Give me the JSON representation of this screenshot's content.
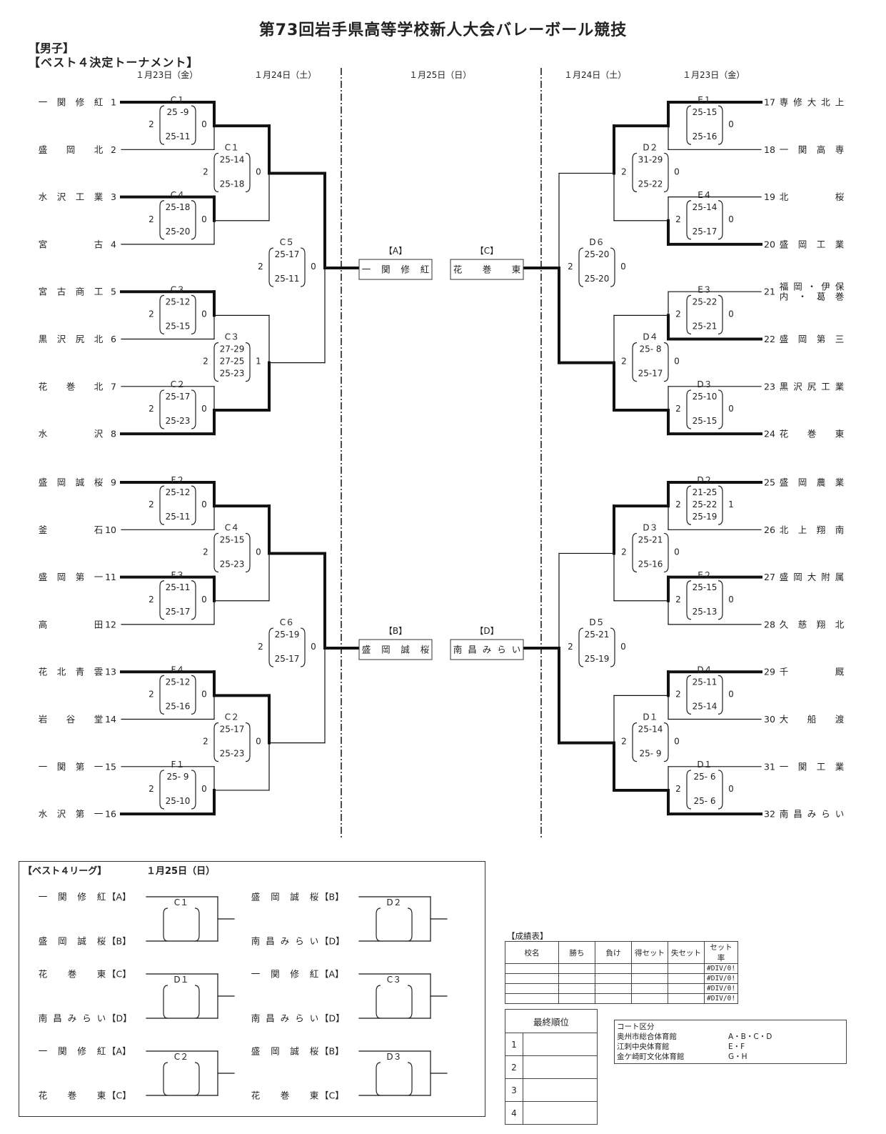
{
  "title": "第73回岩手県高等学校新人大会バレーボール競技",
  "category": "【男子】",
  "section_title": "【ベスト４決定トーナメント】",
  "dates": {
    "left_r1": "１月23日（金）",
    "left_r2": "１月24日（土）",
    "center": "１月25日（日）",
    "right_r2": "１月24日（土）",
    "right_r1": "１月23日（金）"
  },
  "teams": [
    {
      "no": "1",
      "name": "一関修紅"
    },
    {
      "no": "2",
      "name": "盛岡北"
    },
    {
      "no": "3",
      "name": "水沢工業"
    },
    {
      "no": "4",
      "name": "宮古"
    },
    {
      "no": "5",
      "name": "宮古商工"
    },
    {
      "no": "6",
      "name": "黒沢尻北"
    },
    {
      "no": "7",
      "name": "花巻北"
    },
    {
      "no": "8",
      "name": "水沢"
    },
    {
      "no": "9",
      "name": "盛岡誠桜"
    },
    {
      "no": "10",
      "name": "釜石"
    },
    {
      "no": "11",
      "name": "盛岡第一"
    },
    {
      "no": "12",
      "name": "高田"
    },
    {
      "no": "13",
      "name": "花北青雲"
    },
    {
      "no": "14",
      "name": "岩谷堂"
    },
    {
      "no": "15",
      "name": "一関第一"
    },
    {
      "no": "16",
      "name": "水沢第一"
    },
    {
      "no": "17",
      "name": "専修大北上"
    },
    {
      "no": "18",
      "name": "一関高専"
    },
    {
      "no": "19",
      "name": "北桜"
    },
    {
      "no": "20",
      "name": "盛岡工業"
    },
    {
      "no": "21",
      "name": "福岡・伊保内・葛巻"
    },
    {
      "no": "22",
      "name": "盛岡第三"
    },
    {
      "no": "23",
      "name": "黒沢尻工業"
    },
    {
      "no": "24",
      "name": "花巻東"
    },
    {
      "no": "25",
      "name": "盛岡農業"
    },
    {
      "no": "26",
      "name": "北上翔南"
    },
    {
      "no": "27",
      "name": "盛岡大附属"
    },
    {
      "no": "28",
      "name": "久慈翔北"
    },
    {
      "no": "29",
      "name": "千厩"
    },
    {
      "no": "30",
      "name": "大船渡"
    },
    {
      "no": "31",
      "name": "一関工業"
    },
    {
      "no": "32",
      "name": "南昌みらい"
    }
  ],
  "matches": {
    "r1": [
      {
        "court": "C１",
        "sets": [
          "25 -9",
          "25-11"
        ],
        "win_sets": "2",
        "lose_sets": "0",
        "winner": "top"
      },
      {
        "court": "C４",
        "sets": [
          "25-18",
          "25-20"
        ],
        "win_sets": "2",
        "lose_sets": "0",
        "winner": "top"
      },
      {
        "court": "C３",
        "sets": [
          "25-12",
          "25-15"
        ],
        "win_sets": "2",
        "lose_sets": "0",
        "winner": "top"
      },
      {
        "court": "C２",
        "sets": [
          "25-17",
          "25-23"
        ],
        "win_sets": "2",
        "lose_sets": "0",
        "winner": "bottom"
      },
      {
        "court": "F２",
        "sets": [
          "25-12",
          "25-11"
        ],
        "win_sets": "2",
        "lose_sets": "0",
        "winner": "top"
      },
      {
        "court": "F３",
        "sets": [
          "25-11",
          "25-17"
        ],
        "win_sets": "2",
        "lose_sets": "0",
        "winner": "top"
      },
      {
        "court": "F４",
        "sets": [
          "25-12",
          "25-16"
        ],
        "win_sets": "2",
        "lose_sets": "0",
        "winner": "top"
      },
      {
        "court": "F１",
        "sets": [
          "25- 9",
          "25-10"
        ],
        "win_sets": "2",
        "lose_sets": "0",
        "winner": "bottom"
      },
      {
        "court": "E１",
        "sets": [
          "25-15",
          "25-16"
        ],
        "win_sets": "",
        "lose_sets": "0",
        "winner": "top"
      },
      {
        "court": "E４",
        "sets": [
          "25-14",
          "25-17"
        ],
        "win_sets": "2",
        "lose_sets": "0",
        "winner": "bottom"
      },
      {
        "court": "E３",
        "sets": [
          "25-22",
          "25-21"
        ],
        "win_sets": "2",
        "lose_sets": "0",
        "winner": "bottom"
      },
      {
        "court": "D３",
        "sets": [
          "25-10",
          "25-15"
        ],
        "win_sets": "2",
        "lose_sets": "0",
        "winner": "bottom"
      },
      {
        "court": "D２",
        "sets": [
          "21-25",
          "25-22",
          "25-19"
        ],
        "win_sets": "2",
        "lose_sets": "1",
        "winner": "top"
      },
      {
        "court": "E２",
        "sets": [
          "25-15",
          "25-13"
        ],
        "win_sets": "2",
        "lose_sets": "0",
        "winner": "top"
      },
      {
        "court": "D４",
        "sets": [
          "25-11",
          "25-14"
        ],
        "win_sets": "2",
        "lose_sets": "0",
        "winner": "top"
      },
      {
        "court": "D１",
        "sets": [
          "25- 6",
          "25- 6"
        ],
        "win_sets": "2",
        "lose_sets": "0",
        "winner": "bottom"
      }
    ],
    "r2": [
      {
        "court": "C１",
        "sets": [
          "25-14",
          "25-18"
        ],
        "win_sets": "2",
        "lose_sets": "0",
        "winner": "top"
      },
      {
        "court": "C３",
        "sets": [
          "27-29",
          "27-25",
          "25-23"
        ],
        "win_sets": "2",
        "lose_sets": "1",
        "winner": "bottom"
      },
      {
        "court": "C４",
        "sets": [
          "25-15",
          "25-23"
        ],
        "win_sets": "2",
        "lose_sets": "0",
        "winner": "top"
      },
      {
        "court": "C２",
        "sets": [
          "25-17",
          "25-23"
        ],
        "win_sets": "2",
        "lose_sets": "0",
        "winner": "top"
      },
      {
        "court": "D２",
        "sets": [
          "31-29",
          "25-22"
        ],
        "win_sets": "2",
        "lose_sets": "0",
        "winner": "top"
      },
      {
        "court": "D４",
        "sets": [
          "25- 8",
          "25-17"
        ],
        "win_sets": "2",
        "lose_sets": "0",
        "winner": "bottom"
      },
      {
        "court": "D３",
        "sets": [
          "25-21",
          "25-16"
        ],
        "win_sets": "2",
        "lose_sets": "0",
        "winner": "top"
      },
      {
        "court": "D１",
        "sets": [
          "25-14",
          "25- 9"
        ],
        "win_sets": "2",
        "lose_sets": "0",
        "winner": "bottom"
      }
    ],
    "r3": [
      {
        "court": "C５",
        "sets": [
          "25-17",
          "25-11"
        ],
        "win_sets": "2",
        "lose_sets": "0",
        "winner": "top"
      },
      {
        "court": "C６",
        "sets": [
          "25-19",
          "25-17"
        ],
        "win_sets": "2",
        "lose_sets": "0",
        "winner": "top"
      },
      {
        "court": "D６",
        "sets": [
          "25-20",
          "25-20"
        ],
        "win_sets": "2",
        "lose_sets": "0",
        "winner": "bottom"
      },
      {
        "court": "D５",
        "sets": [
          "25-21",
          "25-19"
        ],
        "win_sets": "2",
        "lose_sets": "0",
        "winner": "bottom"
      }
    ]
  },
  "best4": [
    {
      "label": "【A】",
      "name": "一関修紅"
    },
    {
      "label": "【B】",
      "name": "盛岡誠桜"
    },
    {
      "label": "【C】",
      "name": "花巻東"
    },
    {
      "label": "【D】",
      "name": "南昌みらい"
    }
  ],
  "league": {
    "title": "【ベスト４リーグ】",
    "date": "１月25日（日）",
    "matches": [
      {
        "court": "C１",
        "top": "一関修紅【A】",
        "bottom": "盛岡誠桜【B】"
      },
      {
        "court": "D２",
        "top": "盛岡誠桜【B】",
        "bottom": "南昌みらい【D】"
      },
      {
        "court": "D１",
        "top": "花巻東【C】",
        "bottom": "南昌みらい【D】"
      },
      {
        "court": "C３",
        "top": "一関修紅【A】",
        "bottom": "南昌みらい【D】"
      },
      {
        "court": "C２",
        "top": "一関修紅【A】",
        "bottom": "花巻東【C】"
      },
      {
        "court": "D３",
        "top": "盛岡誠桜【B】",
        "bottom": "花巻東【C】"
      }
    ]
  },
  "results_table": {
    "title": "【成績表】",
    "headers": [
      "校名",
      "勝ち",
      "負け",
      "得セット",
      "失セット",
      "セット率"
    ],
    "rows": [
      [
        "",
        "",
        "",
        "",
        "",
        "#DIV/0!"
      ],
      [
        "",
        "",
        "",
        "",
        "",
        "#DIV/0!"
      ],
      [
        "",
        "",
        "",
        "",
        "",
        "#DIV/0!"
      ],
      [
        "",
        "",
        "",
        "",
        "",
        "#DIV/0!"
      ]
    ]
  },
  "final_rank": {
    "title": "最終順位",
    "ranks": [
      "1",
      "2",
      "3",
      "4"
    ]
  },
  "courts": {
    "title": "コート区分",
    "rows": [
      {
        "venue": "奥州市総合体育館",
        "courts": "A・B・C・D"
      },
      {
        "venue": "江刺中央体育館",
        "courts": "E・F"
      },
      {
        "venue": "金ケ崎町文化体育館",
        "courts": "G・H"
      }
    ]
  }
}
